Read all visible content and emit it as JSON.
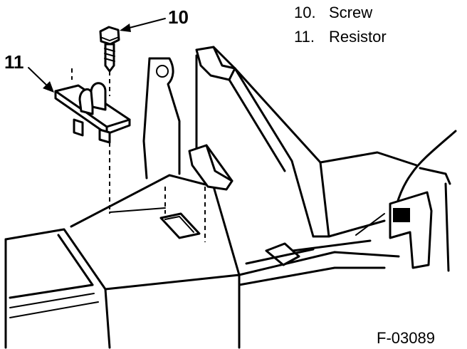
{
  "callouts": {
    "screw_number": "10",
    "resistor_number": "11"
  },
  "legend": [
    {
      "number": "10.",
      "label": "Screw"
    },
    {
      "number": "11.",
      "label": "Resistor"
    }
  ],
  "figure_id": "F-03089"
}
